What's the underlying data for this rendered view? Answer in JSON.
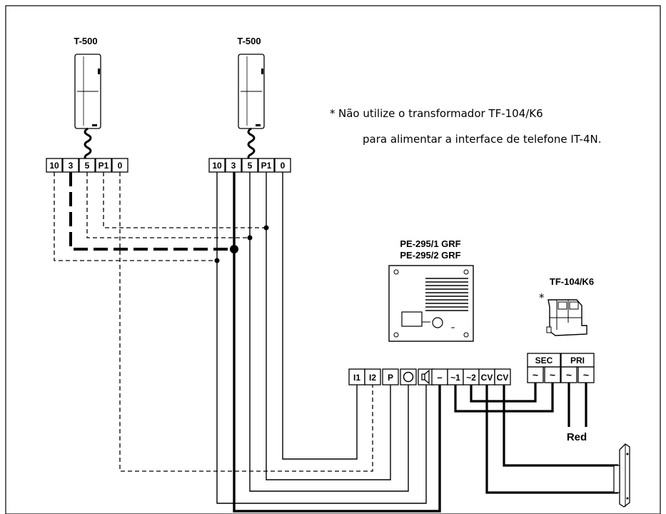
{
  "phones": [
    {
      "model": "T-500",
      "terminals": [
        "10",
        "3",
        "5",
        "P1",
        "0"
      ]
    },
    {
      "model": "T-500",
      "terminals": [
        "10",
        "3",
        "5",
        "P1",
        "0"
      ]
    }
  ],
  "note": {
    "line1": "Não utilize o transformador TF-104/K6",
    "line2": "para alimentar a interface de telefone IT-4N.",
    "asterisk": "*"
  },
  "door_panel": {
    "model_line1": "PE-295/1 GRF",
    "model_line2": "PE-295/2 GRF"
  },
  "transformer": {
    "model": "TF-104/K6",
    "asterisk": "*",
    "groups": [
      {
        "label": "SEC",
        "terminals": [
          "~",
          "~"
        ]
      },
      {
        "label": "PRI",
        "terminals": [
          "~",
          "~"
        ]
      }
    ],
    "mains_label": "Red"
  },
  "interface_terminals": [
    "I1",
    "I2",
    "P",
    "mic",
    "speaker",
    "–",
    "~1",
    "~2",
    "CV",
    "CV"
  ],
  "icons": {
    "microphone": "microphone-icon",
    "speaker": "speaker-icon",
    "lock": "electric-lock-icon"
  }
}
